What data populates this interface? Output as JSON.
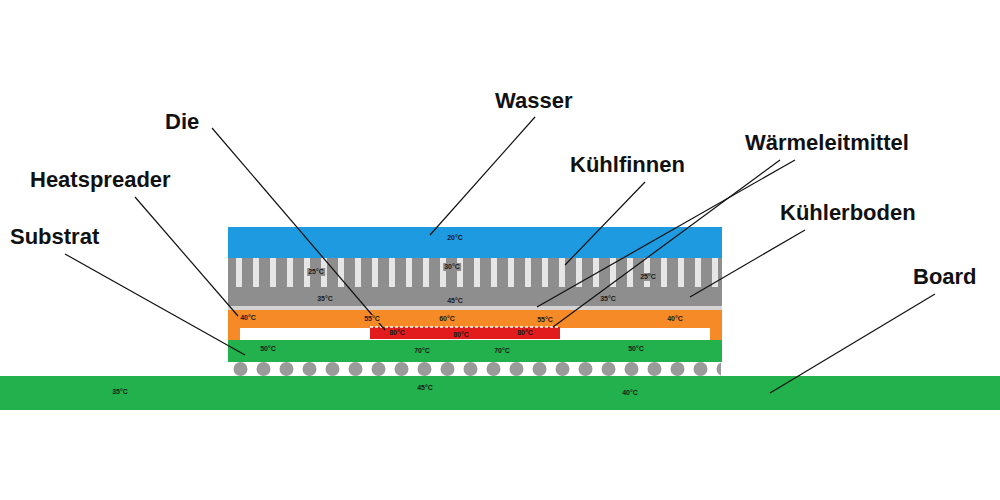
{
  "diagram": {
    "nodes": [
      {
        "text": [
          "20°C"
        ]
      },
      {
        "text": [
          "25°C",
          "30°C",
          "25°C"
        ]
      },
      {
        "text": [
          "35°C",
          "45°C",
          "35°C"
        ]
      },
      {
        "text": [
          "40°C",
          "55°C",
          "60°C",
          "55°C",
          "40°C"
        ]
      },
      {
        "text": [
          "80°C",
          "80°C",
          "80°C"
        ]
      },
      {
        "text": [
          "50°C",
          "70°C",
          "70°C",
          "50°C"
        ]
      },
      {
        "text": [
          "35°C",
          "45°C",
          "40°C"
        ]
      }
    ],
    "labels": [
      "Wasser",
      "Die",
      "Kühlfinnen",
      "Wärmeleitmittel",
      "Heatspreader",
      "Kühlerboden",
      "Substrat",
      "Board"
    ]
  }
}
